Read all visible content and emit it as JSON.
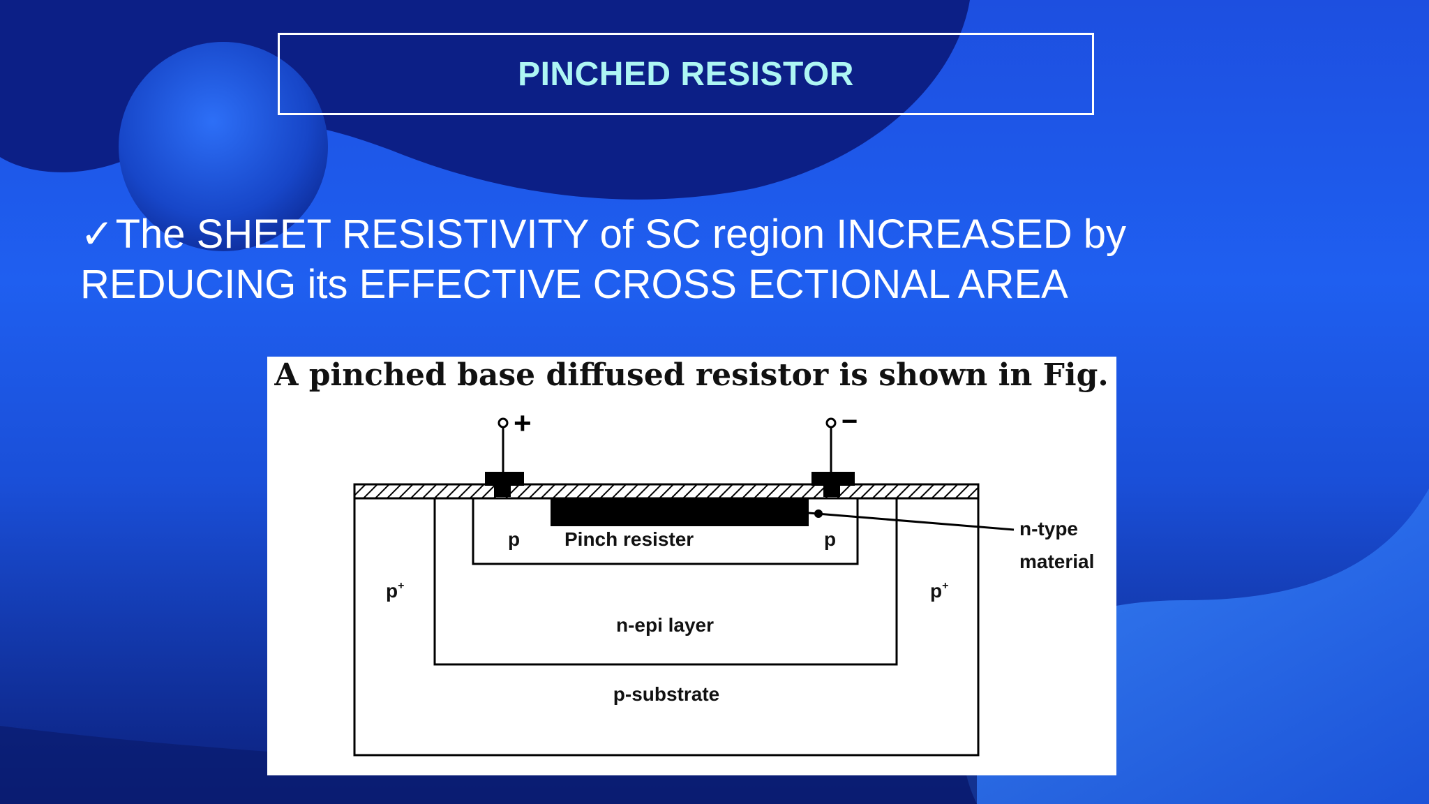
{
  "slide": {
    "title": "PINCHED RESISTOR",
    "bullet": {
      "check": "✓",
      "line1": "The SHEET RESISTIVITY of SC region INCREASED by",
      "line2": "REDUCING its EFFECTIVE CROSS ECTIONAL AREA"
    }
  },
  "figure": {
    "caption": "A pinched base diffused resistor is shown in Fig.",
    "terminal_plus": "+",
    "terminal_minus": "−",
    "label_p_left": "p",
    "label_pinch": "Pinch resister",
    "label_p_right": "p",
    "label_pplus_left": "p",
    "label_pplus_right": "p",
    "label_plus_sup": "+",
    "label_ntype": "n-type",
    "label_material": "material",
    "label_nepi": "n-epi layer",
    "label_psub": "p-substrate"
  },
  "colors": {
    "title_text": "#aef6f4",
    "background_blue": "#1f5ff0",
    "dark_blob": "#0c1f86"
  }
}
